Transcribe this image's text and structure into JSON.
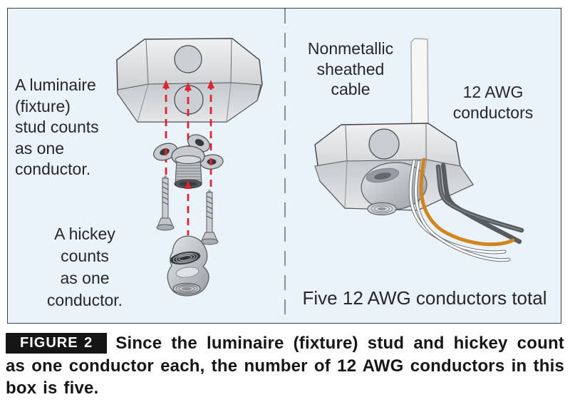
{
  "figure": {
    "left_panel": {
      "stud_note": [
        "A luminaire",
        "(fixture)",
        "stud counts",
        "as one",
        "conductor."
      ],
      "hickey_note": [
        "A hickey",
        "counts",
        "as one",
        "conductor."
      ]
    },
    "right_panel": {
      "cable_label": [
        "Nonmetallic",
        "sheathed",
        "cable"
      ],
      "conductors_label": [
        "12 AWG",
        "conductors"
      ],
      "total_label": "Five 12 AWG conductors total"
    },
    "caption": {
      "tag": "FIGURE 2",
      "text": "Since the luminaire (fixture) stud and hickey count as one conductor each, the number of 12 AWG conductors in this box is five."
    },
    "colors": {
      "panel_bg": "#ebf3fa",
      "panel_border": "#3d4043",
      "divider_gray": "#8e9295",
      "arrow_red": "#e12433",
      "wire_orange": "#d2851c",
      "wire_dark_gray": "#575c60",
      "wire_white": "#ffffff",
      "box_metal_light": "#f0f1f2",
      "box_metal_dark": "#b0b5b9",
      "tag_bg": "#151515",
      "tag_text": "#ffffff",
      "label_text": "#27272a"
    }
  }
}
